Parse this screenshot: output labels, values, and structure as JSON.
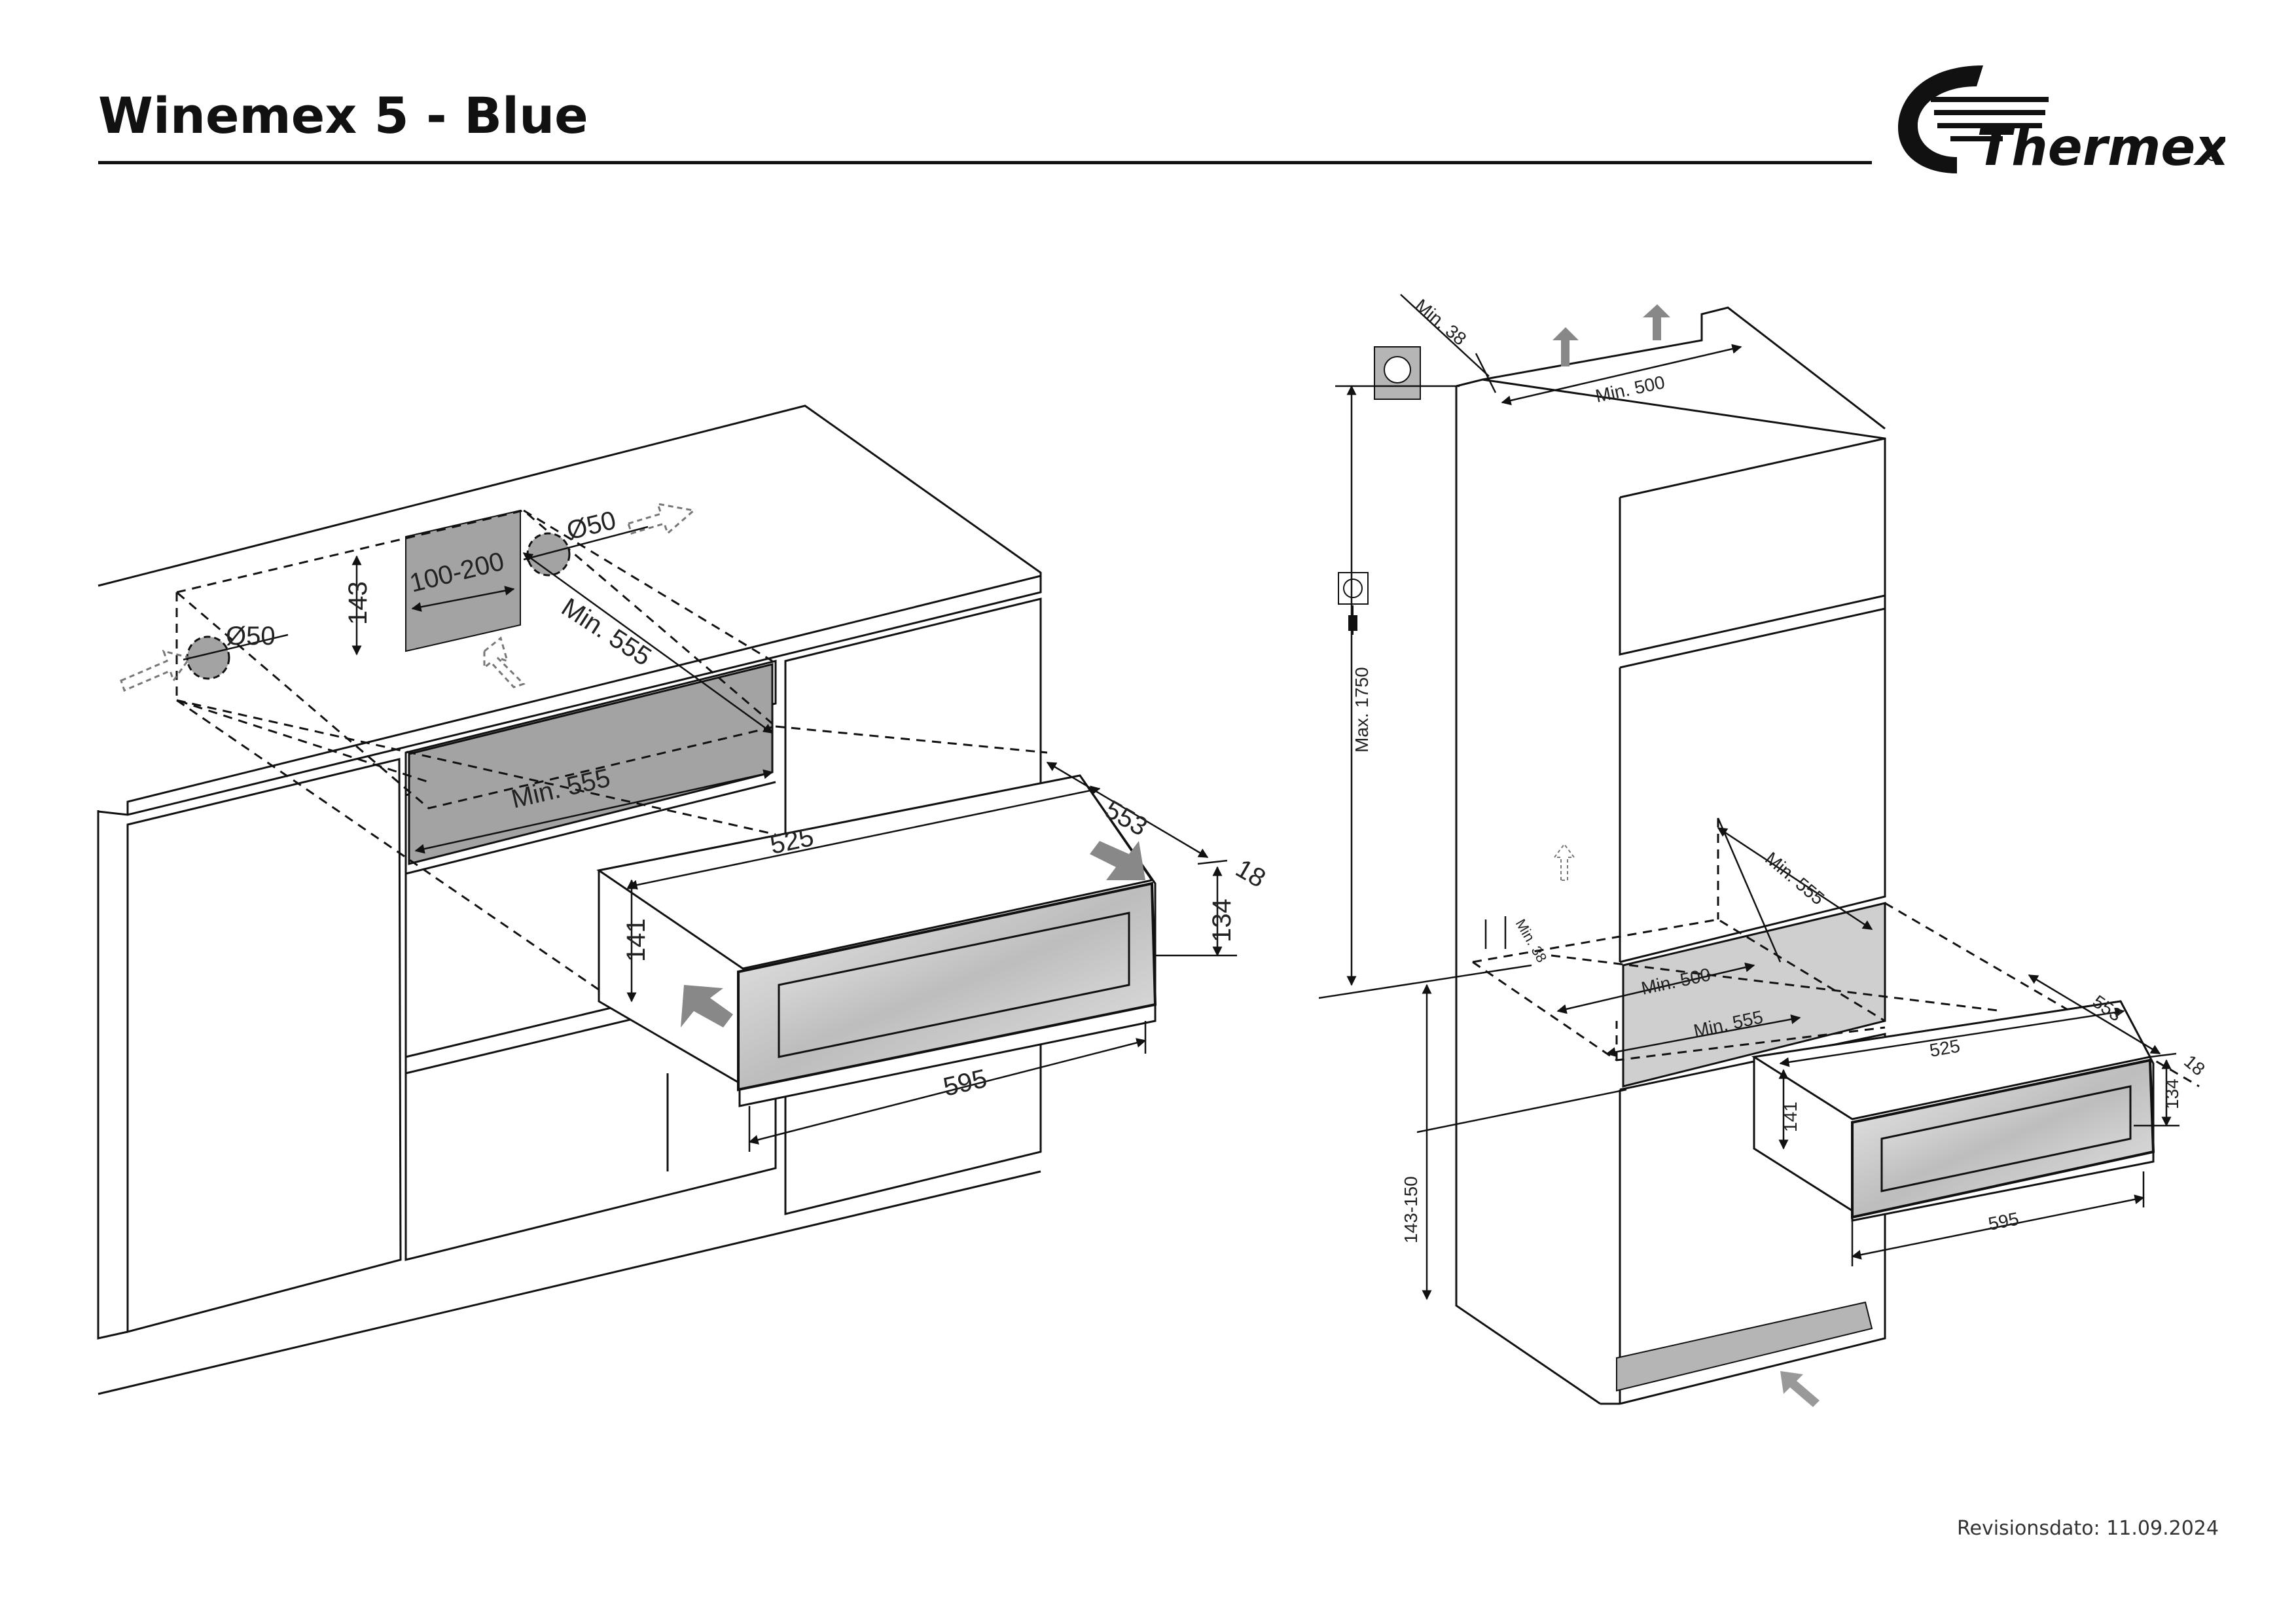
{
  "title": "Winemex 5 - Blue",
  "brand": "Thermex",
  "revision": "Revisionsdato: 11.09.2024",
  "left_view": {
    "dims": {
      "d50_left": "Ø50",
      "d50_right": "Ø50",
      "h143": "143",
      "vent": "100-200",
      "min555_top": "Min. 555",
      "min555_niche": "Min. 555",
      "w525": "525",
      "d553": "553",
      "t18": "18",
      "h134": "134",
      "h141": "141",
      "w595": "595"
    }
  },
  "right_view": {
    "dims": {
      "min38_top": "Min. 38",
      "min500_top": "Min. 500",
      "max1750": "Max. 1750",
      "min38_low": "Min. 38",
      "min555": "Min. 555",
      "min500": "Min. 500",
      "min555_front": "Min. 555",
      "range": "143-150",
      "d553": "553",
      "w525": "525",
      "t18": "18",
      "h134": "134",
      "h141": "141",
      "w595": "595"
    }
  }
}
